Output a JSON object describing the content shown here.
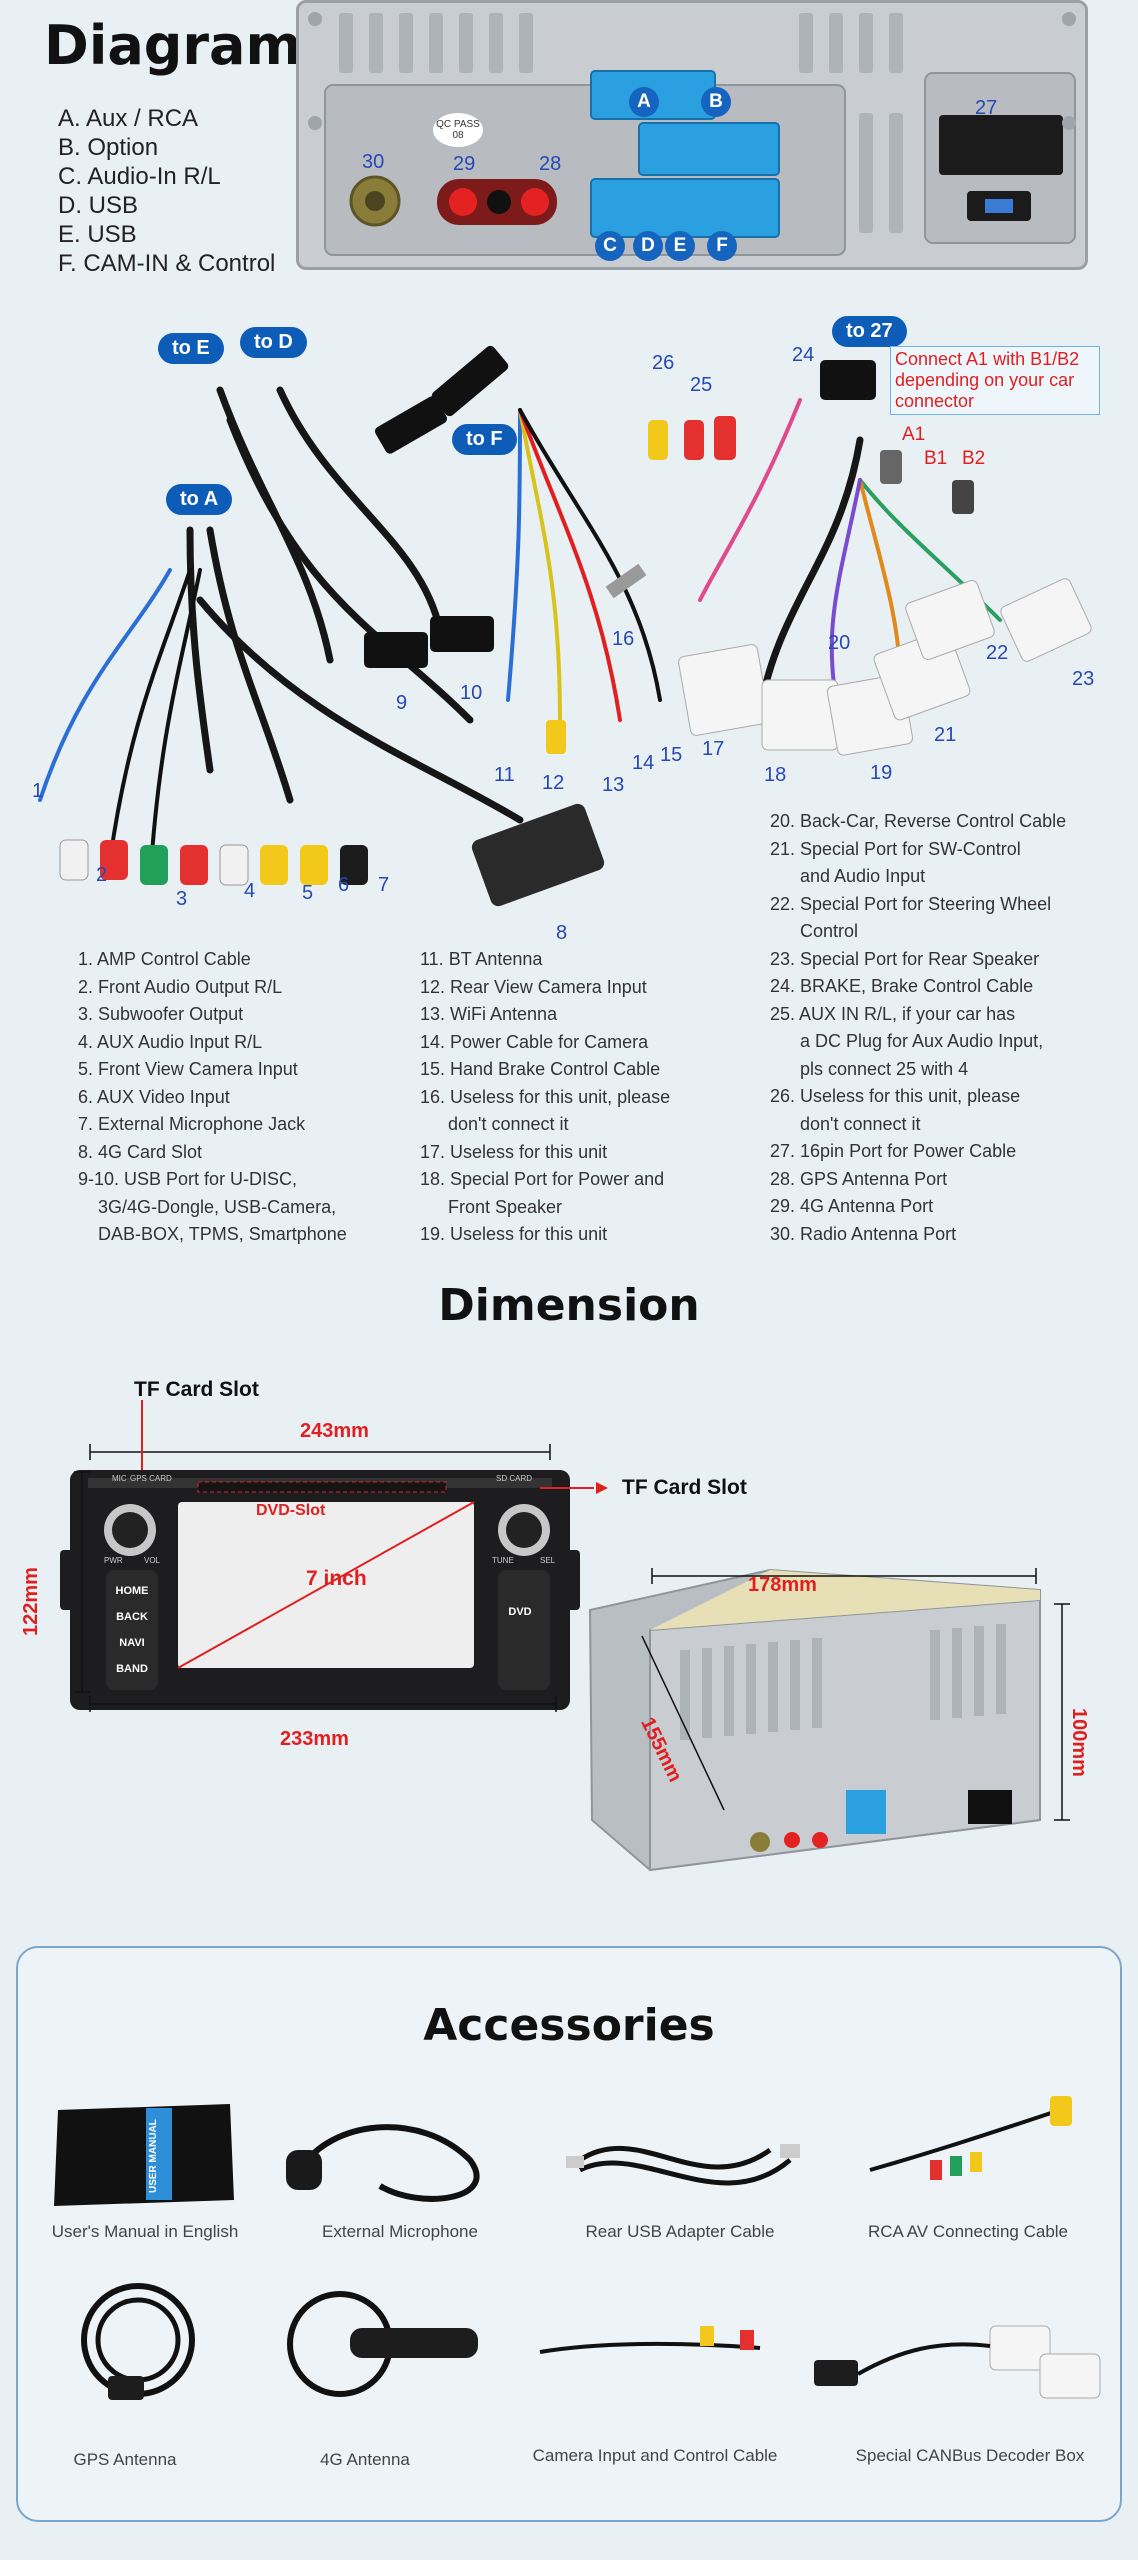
{
  "diagram": {
    "title": "Diagram",
    "legend": [
      "A. Aux / RCA",
      "B. Option",
      "C. Audio-In R/L",
      "D. USB",
      "E. USB",
      "F. CAM-IN & Control"
    ],
    "panel_labels": {
      "p30": "30",
      "p29": "29",
      "p28": "28",
      "p27": "27",
      "qc": "QC PASS 08"
    },
    "connectors": [
      "A",
      "B",
      "C",
      "D",
      "E",
      "F"
    ],
    "targets": {
      "toE": "to E",
      "toD": "to D",
      "toA": "to A",
      "toF": "to F",
      "to27": "to 27"
    },
    "note": "Connect A1 with B1/B2 depending on your car connector",
    "pins": {
      "a1": "A1",
      "b1": "B1",
      "b2": "B2"
    },
    "wire_numbers": [
      "1",
      "2",
      "3",
      "4",
      "5",
      "6",
      "7",
      "8",
      "9",
      "10",
      "11",
      "12",
      "13",
      "14",
      "15",
      "16",
      "17",
      "18",
      "19",
      "20",
      "21",
      "22",
      "23",
      "24",
      "25",
      "26"
    ],
    "col1": [
      "1. AMP Control Cable",
      "2. Front Audio Output R/L",
      "3. Subwoofer Output",
      "4. AUX Audio Input R/L",
      "5. Front View Camera Input",
      "6. AUX Video Input",
      "7. External Microphone Jack",
      "8. 4G Card Slot",
      "9-10. USB Port for U-DISC,",
      "3G/4G-Dongle, USB-Camera,",
      "DAB-BOX, TPMS, Smartphone"
    ],
    "col2": [
      "11. BT Antenna",
      "12. Rear View Camera Input",
      "13. WiFi Antenna",
      "14. Power Cable for Camera",
      "15. Hand Brake Control Cable",
      "16. Useless for this unit, please",
      "don't connect it",
      "17. Useless for this unit",
      "18. Special Port for Power and",
      "Front Speaker",
      "19. Useless for this unit"
    ],
    "col3": [
      "20. Back-Car, Reverse Control Cable",
      "21. Special Port for SW-Control",
      "and Audio Input",
      "22. Special Port for Steering Wheel",
      "Control",
      "23. Special Port for Rear Speaker",
      "24. BRAKE, Brake Control Cable",
      "25. AUX IN R/L, if your car has",
      "a DC Plug for Aux Audio Input,",
      "pls connect 25 with 4",
      "26. Useless for this unit, please",
      "don't connect it",
      "27. 16pin Port for Power Cable",
      "28. GPS Antenna Port",
      "29. 4G Antenna Port",
      "30. Radio Antenna Port"
    ]
  },
  "dimension": {
    "title": "Dimension",
    "tf_slot_1": "TF Card Slot",
    "tf_slot_2": "TF Card Slot",
    "width_top": "243mm",
    "width_bottom": "233mm",
    "height": "122mm",
    "dvd_slot": "DVD-Slot",
    "screen": "7 inch",
    "depth_top": "178mm",
    "depth_side": "155mm",
    "depth_height": "100mm",
    "buttons": [
      "HOME",
      "BACK",
      "NAVI",
      "BAND"
    ],
    "right_buttons": [
      "DVD"
    ],
    "small_labels": {
      "mic": "MIC",
      "gps": "GPS CARD",
      "sd": "SD CARD",
      "pwr": "PWR",
      "vol": "VOL",
      "tune": "TUNE",
      "sel": "SEL"
    }
  },
  "accessories": {
    "title": "Accessories",
    "items": [
      "User's Manual in English",
      "External Microphone",
      "Rear USB Adapter Cable",
      "RCA AV Connecting Cable",
      "GPS Antenna",
      "4G Antenna",
      "Camera Input and Control Cable",
      "Special CANBus Decoder Box"
    ],
    "manual_text": "USER MANUAL"
  }
}
